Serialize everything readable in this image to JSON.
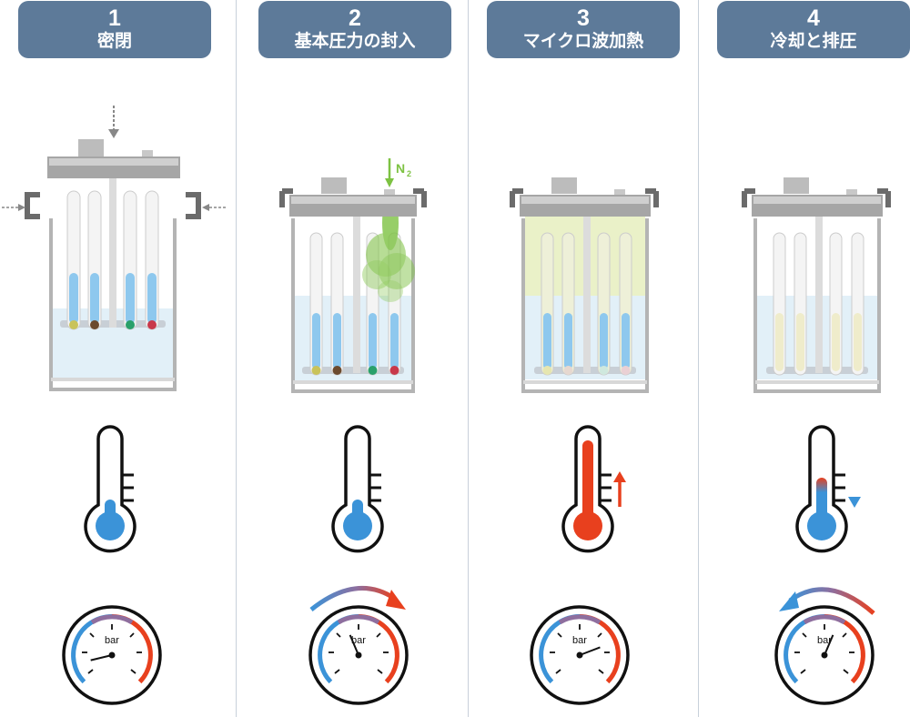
{
  "steps": [
    {
      "number": "1",
      "title": "密閉",
      "pressure_trend": "none",
      "temperature_trend": "none",
      "needle_level": 0.05
    },
    {
      "number": "2",
      "title": "基本圧力の封入",
      "pressure_trend": "increase",
      "temperature_trend": "none",
      "needle_level": 0.4,
      "gas_label": "N",
      "gas_sub": "2"
    },
    {
      "number": "3",
      "title": "マイクロ波加熱",
      "pressure_trend": "none",
      "temperature_trend": "increase",
      "needle_level": 0.8
    },
    {
      "number": "4",
      "title": "冷却と排圧",
      "pressure_trend": "decrease",
      "temperature_trend": "decrease",
      "needle_level": 0.6
    }
  ],
  "gauge_unit": "bar",
  "colors": {
    "header": "#5d7a99",
    "cold": "#3b93d8",
    "hot": "#e8401e",
    "gas": "#7dc242",
    "liquid": "#e2f0f8"
  }
}
